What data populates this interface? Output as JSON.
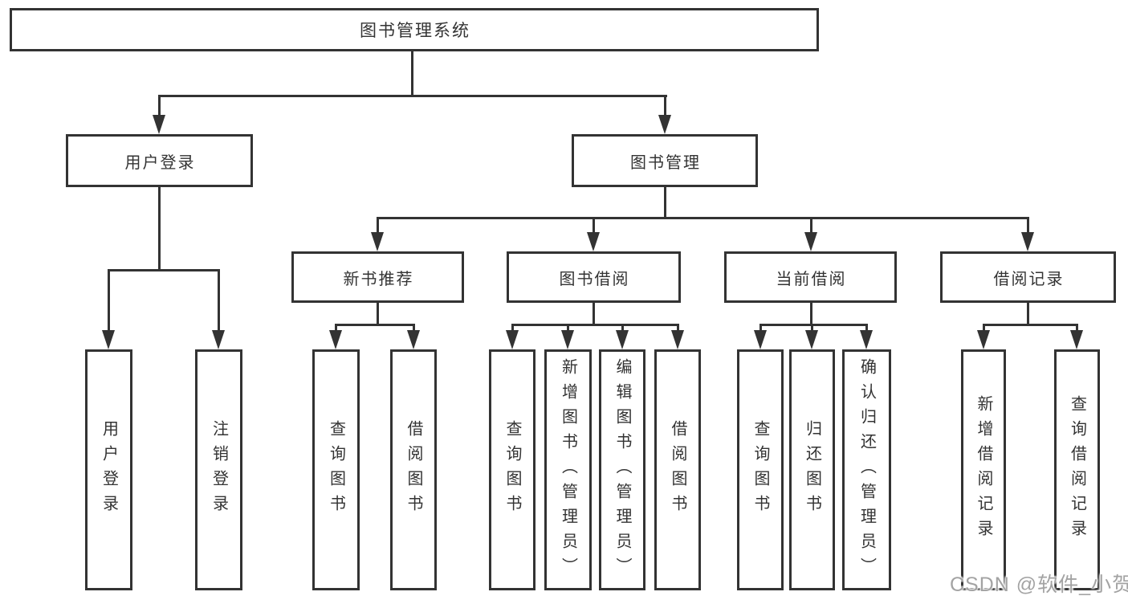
{
  "diagram": {
    "root": {
      "label": "图书管理系统"
    },
    "level2": [
      {
        "label": "用户登录"
      },
      {
        "label": "图书管理"
      }
    ],
    "level3": [
      {
        "label": "新书推荐"
      },
      {
        "label": "图书借阅"
      },
      {
        "label": "当前借阅"
      },
      {
        "label": "借阅记录"
      }
    ],
    "leaves": {
      "user_login": [
        "用户登录",
        "注销登录"
      ],
      "new_books": [
        "查询图书",
        "借阅图书"
      ],
      "book_borrow": [
        "查询图书",
        "新增图书（管理员）",
        "编辑图书（管理员）",
        "借阅图书"
      ],
      "current_borrow": [
        "查询图书",
        "归还图书",
        "确认归还（管理员）"
      ],
      "borrow_records": [
        "新增借阅记录",
        "查询借阅记录"
      ]
    }
  },
  "watermark": {
    "text": "CSDN @软件_小贺同学"
  },
  "colors": {
    "stroke": "#333333",
    "text": "#333333",
    "watermark": "#a3a3a3"
  }
}
